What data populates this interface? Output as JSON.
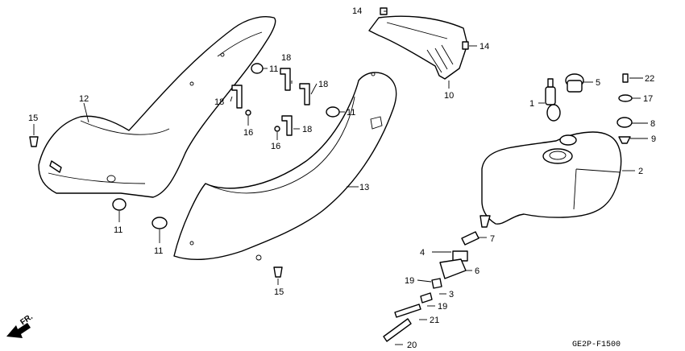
{
  "diagram": {
    "figure_code": "GE2P-F1500",
    "front_indicator": "FR.",
    "callouts": {
      "c1": "1",
      "c2": "2",
      "c3": "3",
      "c4": "4",
      "c5": "5",
      "c6": "6",
      "c7": "7",
      "c8": "8",
      "c9": "9",
      "c10": "10",
      "c11a": "11",
      "c11b": "11",
      "c11c": "11",
      "c11d": "11",
      "c12": "12",
      "c13": "13",
      "c14a": "14",
      "c14b": "14",
      "c15a": "15",
      "c15b": "15",
      "c16a": "16",
      "c16b": "16",
      "c17": "17",
      "c18a": "18",
      "c18b": "18",
      "c18c": "18",
      "c18d": "18",
      "c19a": "19",
      "c19b": "19",
      "c20": "20",
      "c21": "21",
      "c22": "22"
    }
  }
}
